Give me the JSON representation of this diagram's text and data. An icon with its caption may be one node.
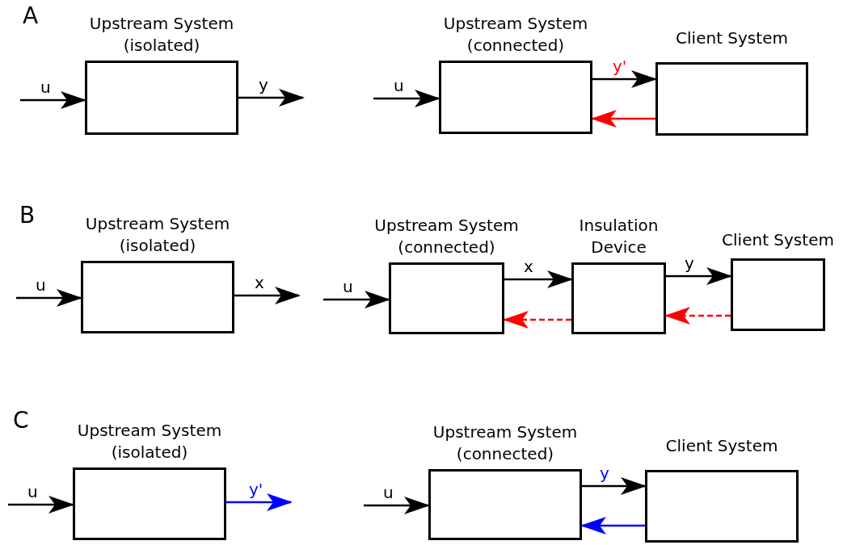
{
  "diagram": {
    "nodes": [
      {
        "text": [
          "Upstream System (isolated)"
        ]
      },
      {
        "text": [
          "Upstream System (connected)"
        ]
      },
      {
        "text": [
          "Client System"
        ]
      },
      {
        "text": [
          "Upstream System (isolated)"
        ]
      },
      {
        "text": [
          "Upstream System (connected)"
        ]
      },
      {
        "text": [
          "Insulation Device"
        ]
      },
      {
        "text": [
          "Client System"
        ]
      },
      {
        "text": [
          "Upstream System (isolated)"
        ]
      },
      {
        "text": [
          "Upstream System (connected)"
        ]
      },
      {
        "text": [
          "Client System"
        ]
      }
    ],
    "edges": [
      {
        "from": null,
        "to": 0,
        "arrow": "to",
        "label": "u"
      },
      {
        "from": 0,
        "to": null,
        "arrow": "to",
        "label": "y"
      },
      {
        "from": null,
        "to": 1,
        "arrow": "to",
        "label": "u"
      },
      {
        "from": 1,
        "to": 2,
        "arrow": "to",
        "label": "y'"
      },
      {
        "from": 2,
        "to": 1,
        "arrow": "to",
        "color": "#ff0000"
      },
      {
        "from": null,
        "to": 3,
        "arrow": "to",
        "label": "u"
      },
      {
        "from": 3,
        "to": null,
        "arrow": "to",
        "label": "x"
      },
      {
        "from": null,
        "to": 4,
        "arrow": "to",
        "label": "u"
      },
      {
        "from": 4,
        "to": 5,
        "arrow": "to",
        "label": "x"
      },
      {
        "from": 5,
        "to": 6,
        "arrow": "to",
        "label": "y"
      },
      {
        "from": 6,
        "to": 5,
        "arrow": "to",
        "style": "dashed",
        "color": "#ff0000"
      },
      {
        "from": 5,
        "to": 4,
        "arrow": "to",
        "style": "dashed",
        "color": "#ff0000"
      },
      {
        "from": null,
        "to": 7,
        "arrow": "to",
        "label": "u"
      },
      {
        "from": 7,
        "to": null,
        "arrow": "to",
        "label": "y'",
        "color": "#0000ff"
      },
      {
        "from": null,
        "to": 8,
        "arrow": "to",
        "label": "u"
      },
      {
        "from": 8,
        "to": 9,
        "arrow": "to",
        "label": "y"
      },
      {
        "from": 9,
        "to": 8,
        "arrow": "to",
        "color": "#0000ff"
      }
    ],
    "labels": [
      "A",
      "B",
      "C"
    ]
  }
}
